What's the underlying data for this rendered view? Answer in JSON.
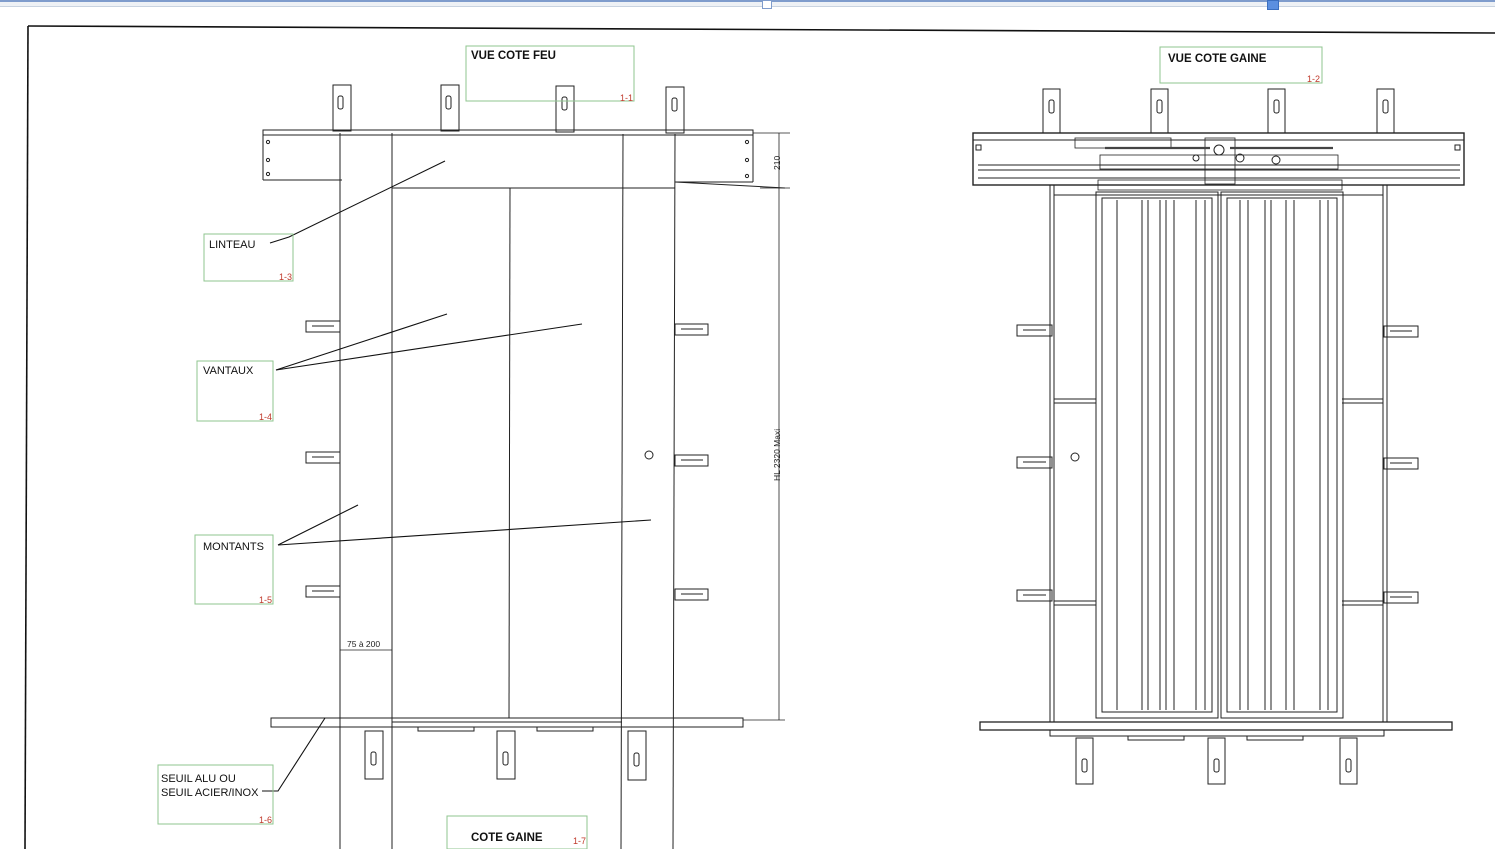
{
  "views": {
    "left_title": "VUE COTE FEU",
    "right_title": "VUE COTE GAINE",
    "bottom_title": "COTE GAINE"
  },
  "labels": {
    "linteau": "LINTEAU",
    "vantaux": "VANTAUX",
    "montants": "MONTANTS",
    "seuil_line1": "SEUIL ALU OU",
    "seuil_line2": "SEUIL ACIER/INOX"
  },
  "annotation_numbers": {
    "n1": "1-1",
    "n2": "1-2",
    "n3": "1-3",
    "n4": "1-4",
    "n5": "1-5",
    "n6": "1-6",
    "n7": "1-7"
  },
  "dimensions": {
    "lintel_height": "210",
    "max_height": "HL 2320 Maxi",
    "post_width": "75 à 200"
  },
  "colors": {
    "ink": "#111111",
    "annotation_box": "#8fc58f",
    "annotation_number": "#c0392b",
    "toolbar_accent": "#5b8fe0"
  }
}
